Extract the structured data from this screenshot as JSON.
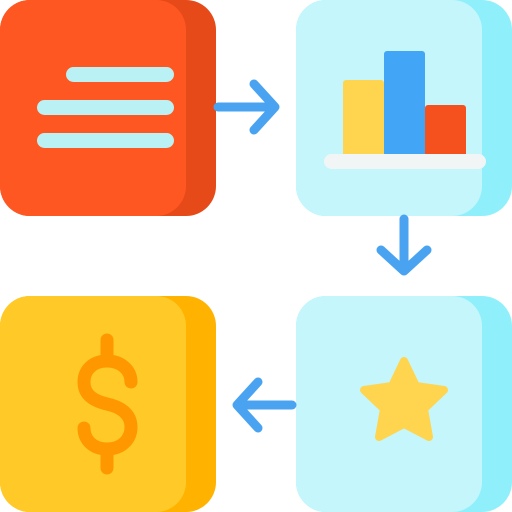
{
  "icons": {
    "document": "document-lines-icon",
    "chart": "bar-chart-icon",
    "rating": "star-icon",
    "money": "dollar-sign-icon",
    "arrow_right": "arrow-right-icon",
    "arrow_down": "arrow-down-icon",
    "arrow_left": "arrow-left-icon"
  },
  "colors": {
    "document_tile": "#ff5722",
    "document_tile_shade": "#e64a19",
    "document_lines": "#b9f1f5",
    "chart_tile": "#c4f6fc",
    "chart_tile_shade": "#8ff0fb",
    "bar_yellow": "#ffd54f",
    "bar_blue": "#42a5f5",
    "bar_red": "#f4511e",
    "chart_baseline": "#f1f5f6",
    "rating_tile": "#c4f6fc",
    "rating_tile_shade": "#8ff0fb",
    "star": "#ffd54f",
    "money_tile": "#ffca28",
    "money_tile_shade": "#ffb300",
    "dollar": "#ff9800",
    "arrow": "#4aa3f0"
  },
  "chart_icon": {
    "bar_levels": [
      0.55,
      0.75,
      0.37
    ]
  }
}
